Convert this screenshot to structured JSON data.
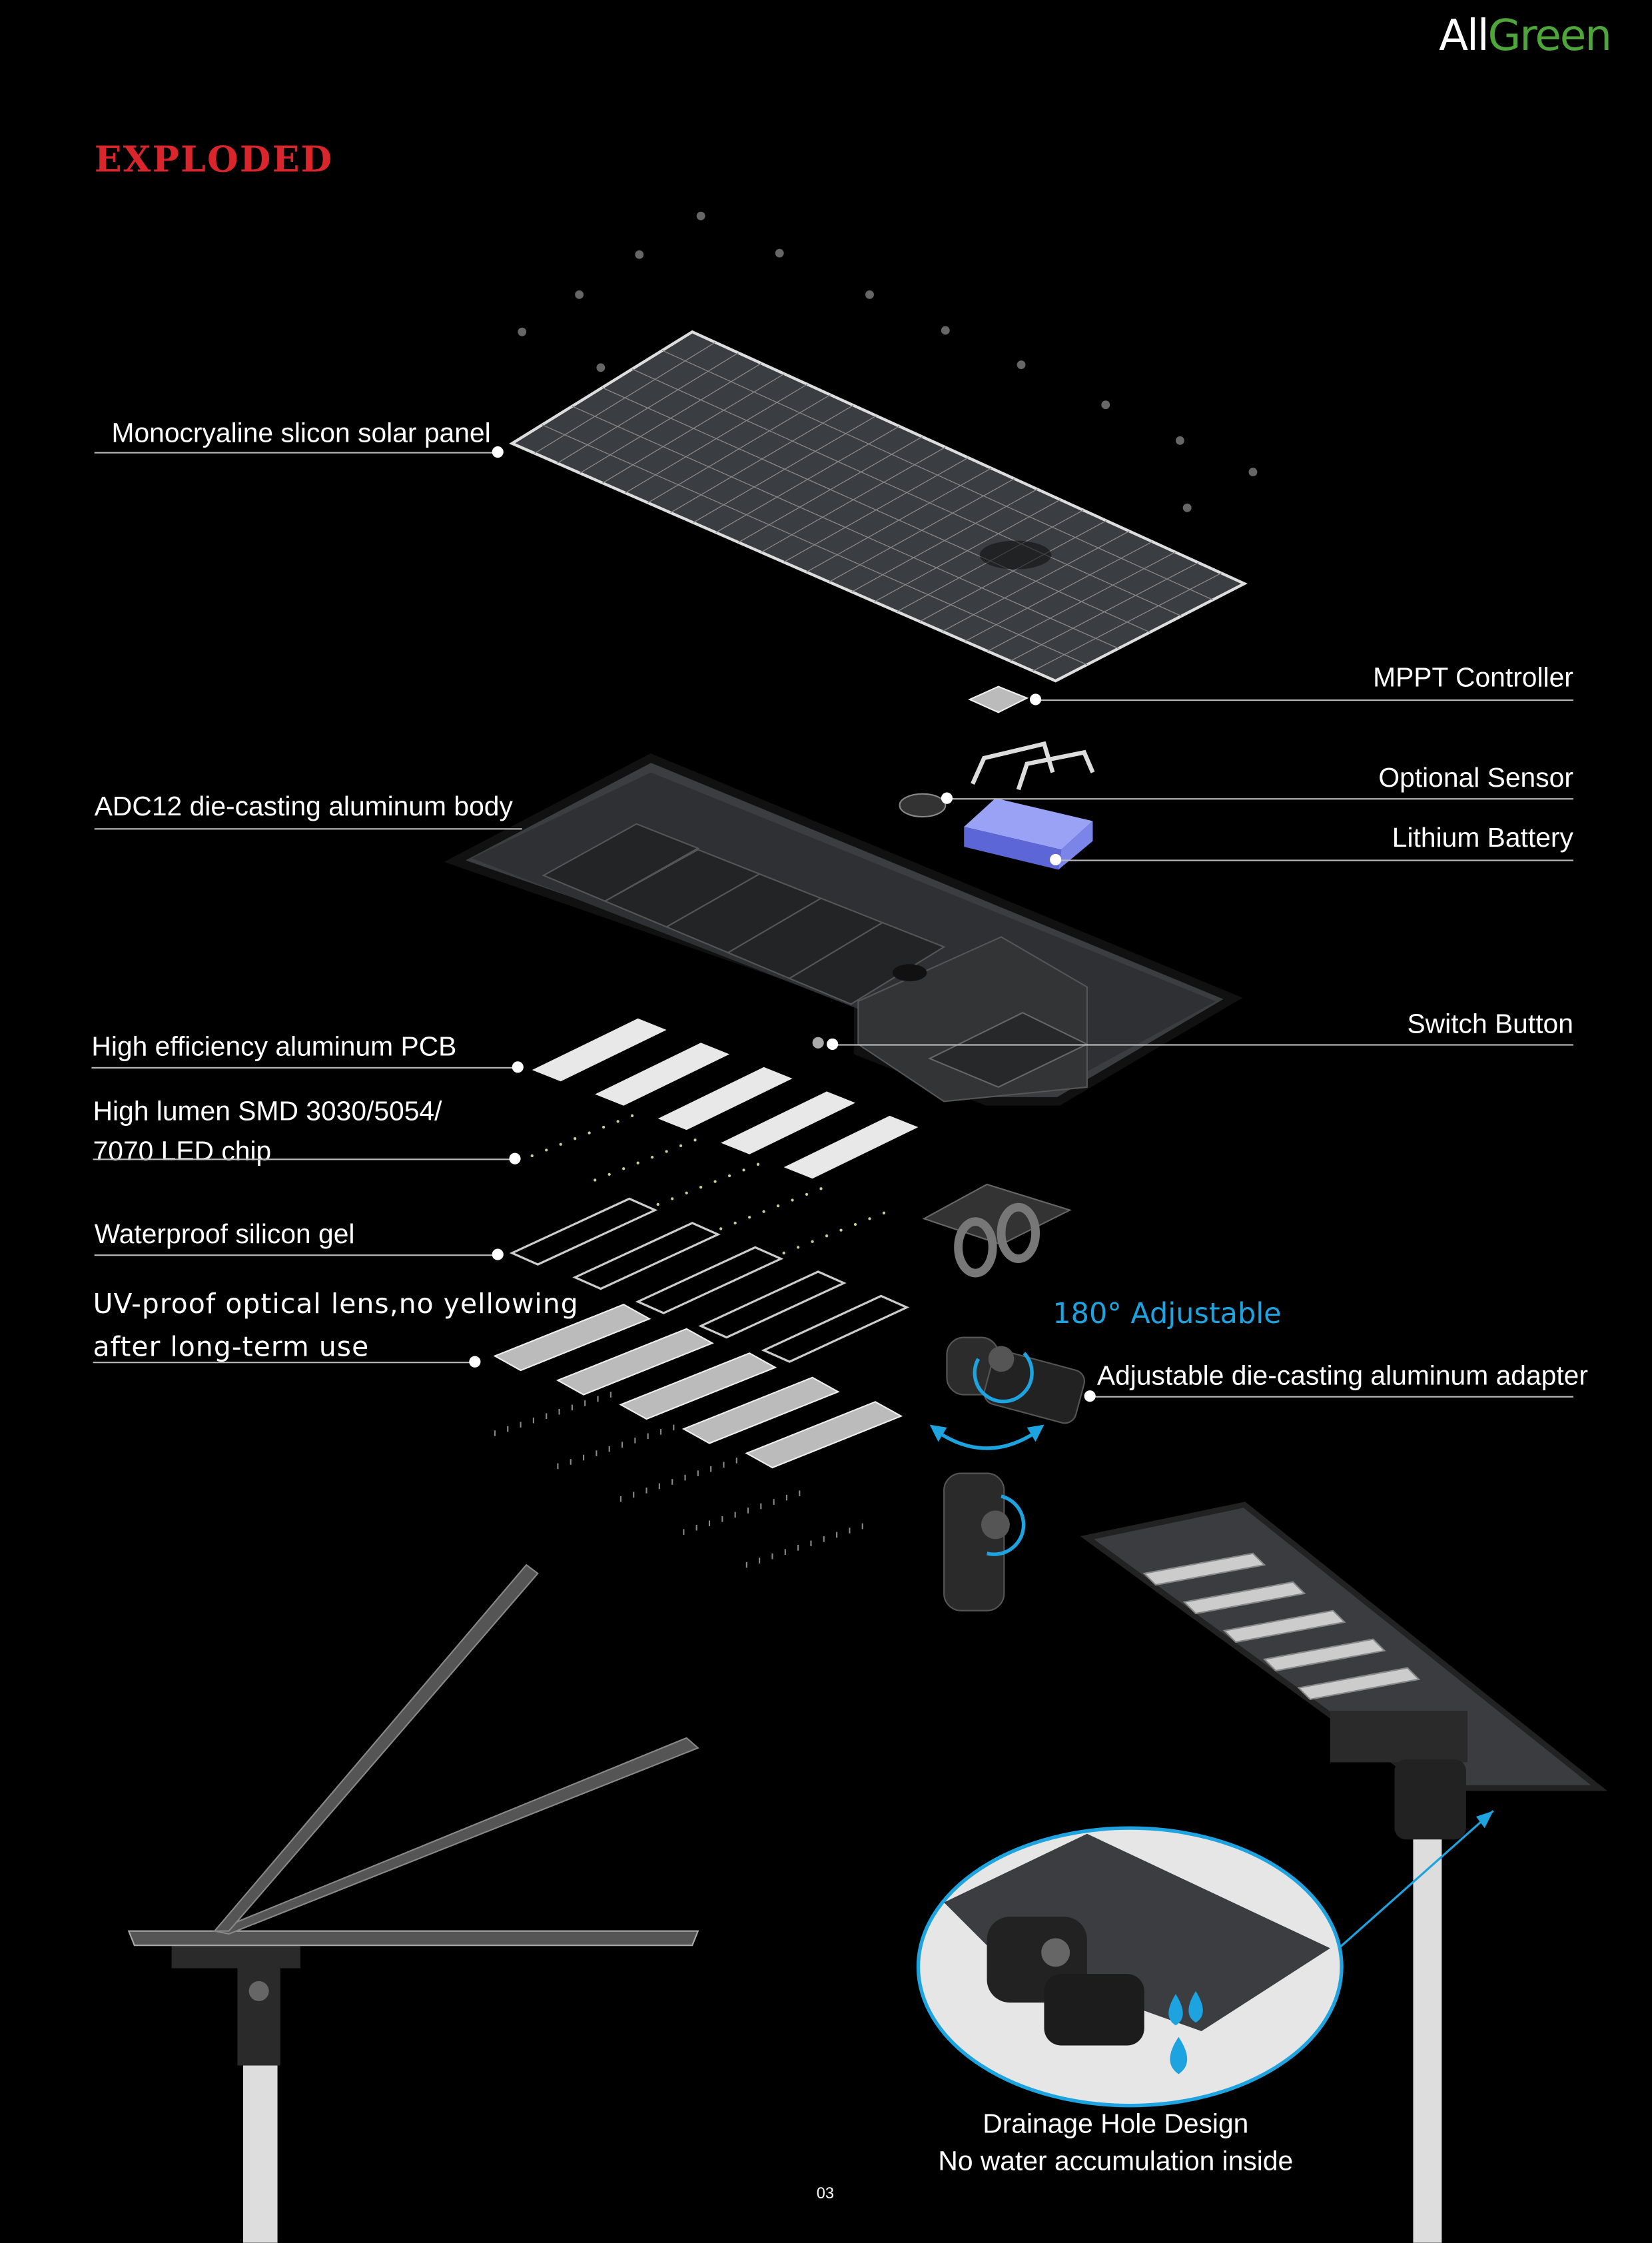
{
  "brand": {
    "logo_text_white": "All",
    "logo_text_green": "Green"
  },
  "title": "EXPLODED",
  "labels": {
    "solar_panel": "Monocryaline slicon solar panel",
    "mppt": "MPPT Controller",
    "sensor": "Optional Sensor",
    "battery": "Lithium Battery",
    "body": "ADC12 die-casting aluminum body",
    "switch": "Switch Button",
    "pcb": "High efficiency aluminum PCB",
    "led_line1": "High lumen SMD 3030/5054/",
    "led_line2": "7070 LED chip",
    "gel": "Waterproof silicon gel",
    "lens_line1": "UV-proof optical lens,no yellowing",
    "lens_line2": "after long-term use",
    "adjustable": "180° Adjustable",
    "adapter": "Adjustable die-casting aluminum adapter",
    "drain_line1": "Drainage Hole Design",
    "drain_line2": "No water accumulation inside"
  },
  "page_number": "03",
  "colors": {
    "title": "#d9262c",
    "accent": "#1ca3e0",
    "brand_green": "#4ea53a",
    "battery": "#7b84e8"
  }
}
